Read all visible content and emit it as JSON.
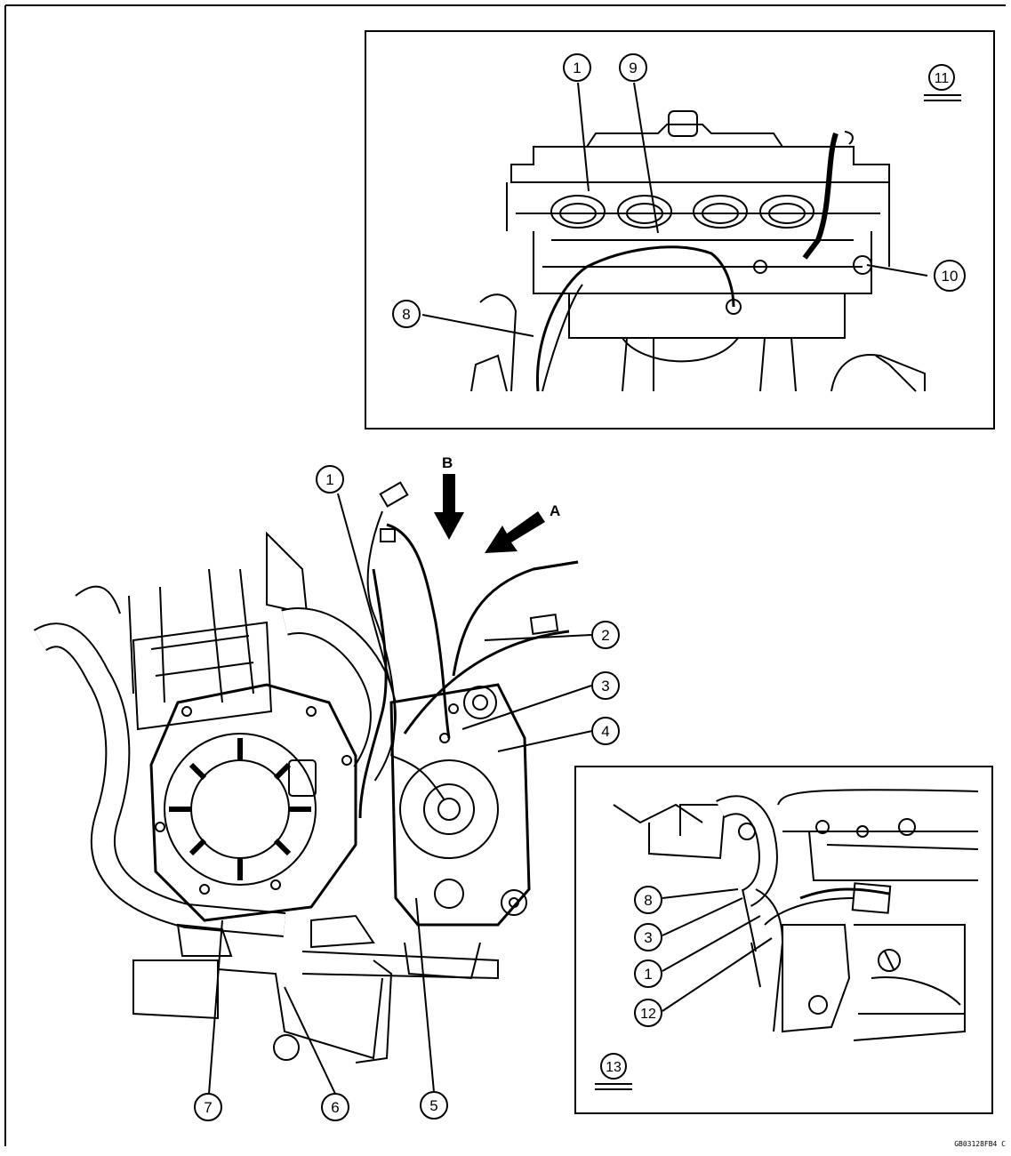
{
  "figure": {
    "reference_code": "GB03128FB4 C",
    "arrow_labels": {
      "a": "A",
      "b": "B"
    },
    "main_view_callouts": [
      "1",
      "2",
      "3",
      "4",
      "5",
      "6",
      "7"
    ],
    "inset_b_view": {
      "label": "11",
      "callouts": [
        "1",
        "9",
        "10",
        "8"
      ]
    },
    "inset_a_view": {
      "label": "13",
      "callouts": [
        "8",
        "3",
        "1",
        "12"
      ]
    }
  }
}
